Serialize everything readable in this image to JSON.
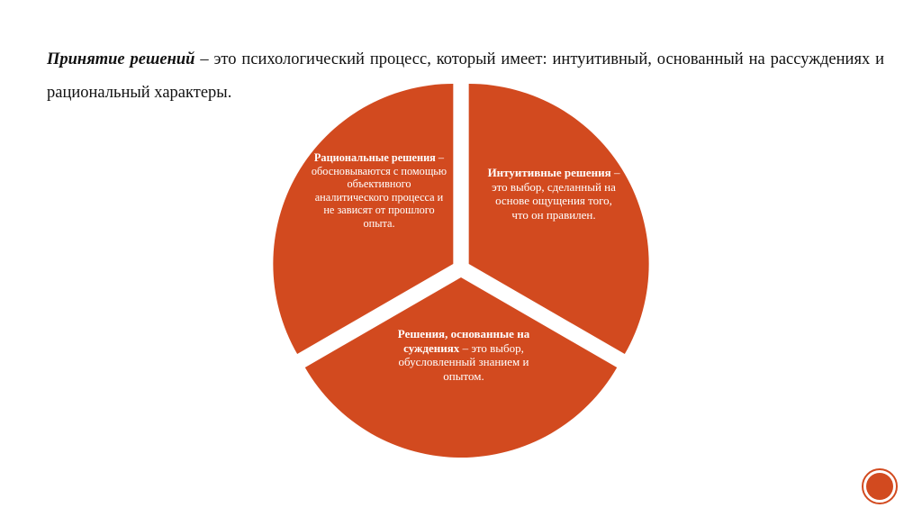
{
  "heading": {
    "term": "Принятие решений",
    "rest": " – это психологический процесс, который имеет: интуитивный, основанный на рассуждениях и рациональный характеры."
  },
  "colors": {
    "segment_fill": "#d24a1f",
    "segment_text": "#ffffff",
    "gap": "#ffffff"
  },
  "segments": {
    "rational": {
      "lead": "Рациональные решения",
      "text": " – обосновываются с помощью объективного аналитического процесса и не зависят от прошлого опыта."
    },
    "intuitive": {
      "lead": "Интуитивные решения",
      "text": " – это выбор, сделанный на основе ощущения того, что он правилен."
    },
    "judgment": {
      "lead": "Решения, основанные на суждениях",
      "text": " – это выбор, обусловленный знанием и опытом."
    }
  },
  "decoration": {
    "icon": "circle-badge-icon"
  }
}
